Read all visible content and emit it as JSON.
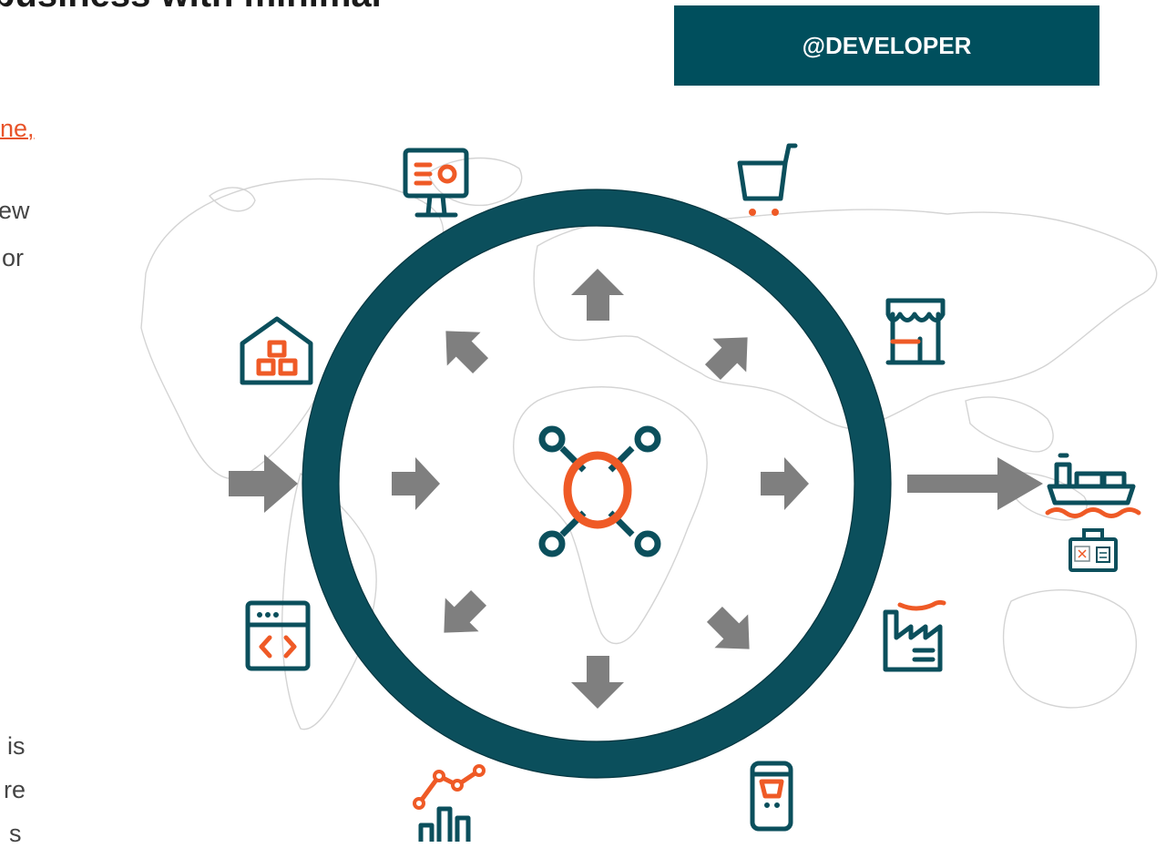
{
  "heading": "business with minimal",
  "badge_label": "@DEVELOPER",
  "link_text": "ne,",
  "body_lines": [
    "ew",
    "or",
    "is",
    "re",
    "s"
  ],
  "colors": {
    "ring": "#004f5d",
    "accent": "#ef5a26",
    "arrow": "#7f7f7f",
    "map": "#d4d4d4"
  },
  "icons": [
    "monitor-dashboard-icon",
    "shopping-cart-icon",
    "warehouse-icon",
    "storefront-icon",
    "cargo-ship-icon",
    "luggage-icon",
    "code-window-icon",
    "factory-icon",
    "analytics-chart-icon",
    "mobile-shop-icon",
    "hub-network-icon"
  ]
}
